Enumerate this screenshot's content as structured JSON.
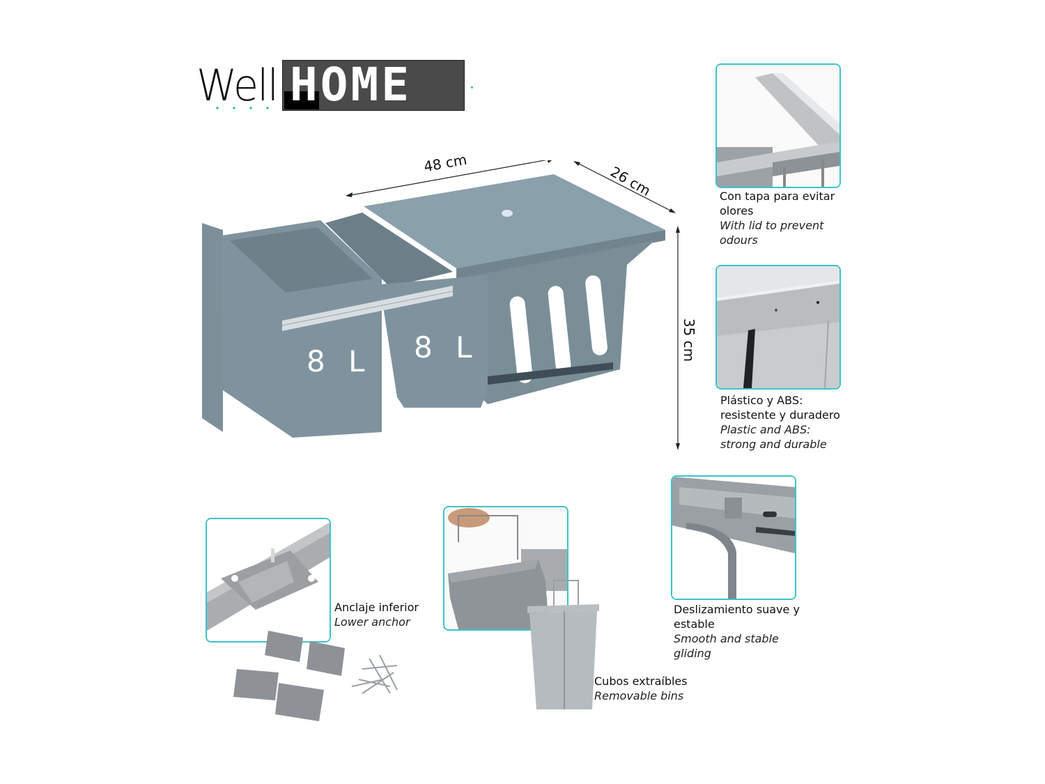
{
  "brand": {
    "part1": "Well",
    "part2": "HOME",
    "accent_color": "#31b7c2"
  },
  "product": {
    "bins": [
      {
        "capacity": "8 L"
      },
      {
        "capacity": "8 L"
      }
    ],
    "color": "#7f939e"
  },
  "dimensions": {
    "width": "48 cm",
    "depth": "26 cm",
    "height": "35 cm"
  },
  "features": [
    {
      "id": "lid",
      "title_es": "Con tapa para evitar olores",
      "title_en": "With lid to prevent odours"
    },
    {
      "id": "material",
      "title_es": "Plástico y ABS: resistente y duradero",
      "title_en": "Plastic and ABS: strong and durable"
    },
    {
      "id": "slides",
      "title_es": "Deslizamiento suave y estable",
      "title_en": "Smooth and stable gliding"
    },
    {
      "id": "anchor",
      "title_es": "Anclaje inferior",
      "title_en": "Lower anchor"
    },
    {
      "id": "bins",
      "title_es": "Cubos extraíbles",
      "title_en": "Removable bins"
    }
  ],
  "box_border_color": "#3cc3cb"
}
